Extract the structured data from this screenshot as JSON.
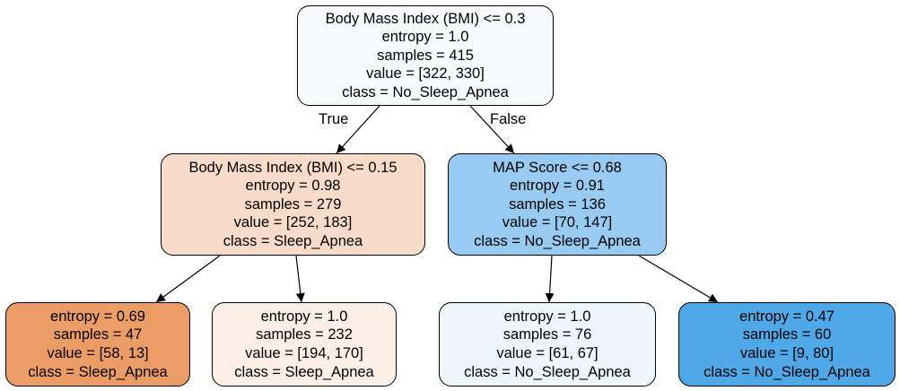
{
  "nodes": [
    {
      "id": "n0",
      "lines": [
        "Body Mass Index (BMI) <= 0.3",
        "entropy = 1.0",
        "samples = 415",
        "value = [322, 330]",
        "class = No_Sleep_Apnea"
      ],
      "fill": "#f8fbfe"
    },
    {
      "id": "n1",
      "lines": [
        "Body Mass Index (BMI) <= 0.15",
        "entropy = 0.98",
        "samples = 279",
        "value = [252, 183]",
        "class = Sleep_Apnea"
      ],
      "fill": "#f8dcc9"
    },
    {
      "id": "n2",
      "lines": [
        "MAP Score <= 0.68",
        "entropy = 0.91",
        "samples = 136",
        "value = [70, 147]",
        "class = No_Sleep_Apnea"
      ],
      "fill": "#97cbf1"
    },
    {
      "id": "n3",
      "lines": [
        "entropy = 0.69",
        "samples = 47",
        "value = [58, 13]",
        "class = Sleep_Apnea"
      ],
      "fill": "#eb9d65"
    },
    {
      "id": "n4",
      "lines": [
        "entropy = 1.0",
        "samples = 232",
        "value = [194, 170]",
        "class = Sleep_Apnea"
      ],
      "fill": "#fcefe6"
    },
    {
      "id": "n5",
      "lines": [
        "entropy = 1.0",
        "samples = 76",
        "value = [61, 67]",
        "class = No_Sleep_Apnea"
      ],
      "fill": "#edf6fd"
    },
    {
      "id": "n6",
      "lines": [
        "entropy = 0.47",
        "samples = 60",
        "value = [9, 80]",
        "class = No_Sleep_Apnea"
      ],
      "fill": "#4fa8e8"
    }
  ],
  "edges": [
    {
      "from": "n0",
      "to": "n1",
      "label": "True"
    },
    {
      "from": "n0",
      "to": "n2",
      "label": "False"
    },
    {
      "from": "n1",
      "to": "n3",
      "label": ""
    },
    {
      "from": "n1",
      "to": "n4",
      "label": ""
    },
    {
      "from": "n2",
      "to": "n5",
      "label": ""
    },
    {
      "from": "n2",
      "to": "n6",
      "label": ""
    }
  ]
}
